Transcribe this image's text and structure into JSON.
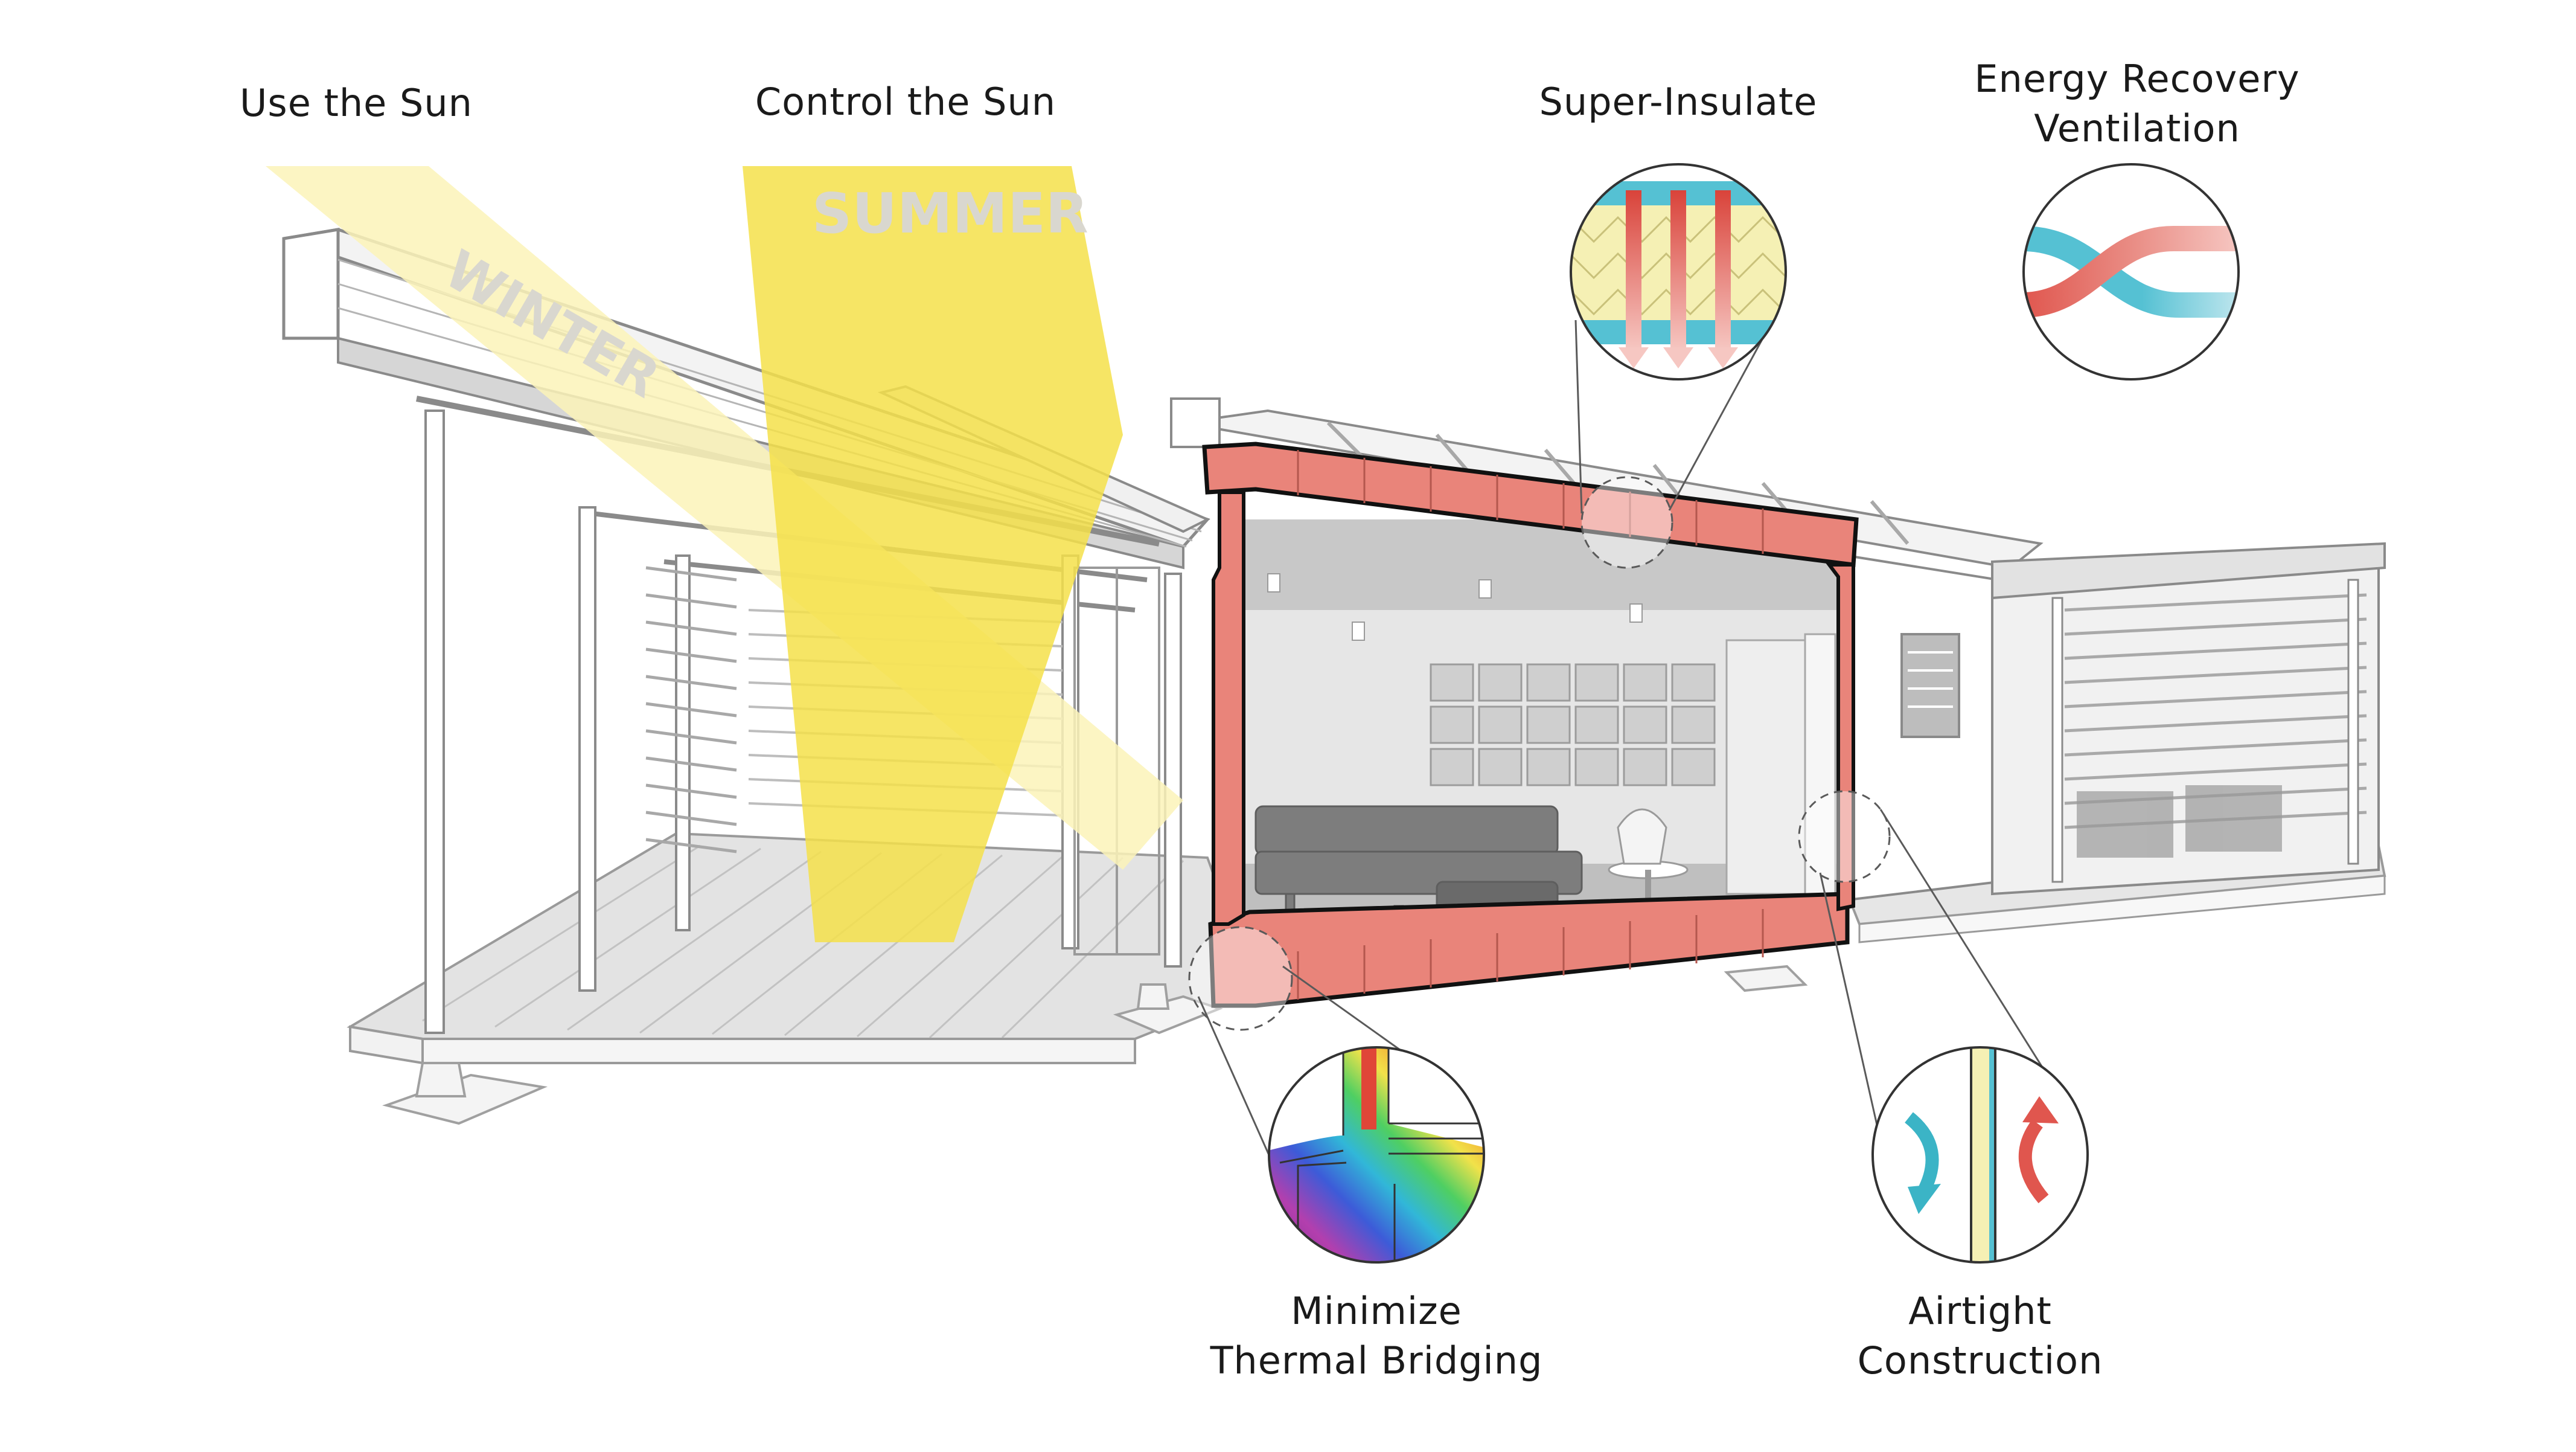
{
  "labels": {
    "use_the_sun": "Use the Sun",
    "control_the_sun": "Control the Sun",
    "super_insulate": "Super-Insulate",
    "energy_recovery_line1": "Energy Recovery",
    "energy_recovery_line2": "Ventilation",
    "minimize_line1": "Minimize",
    "minimize_line2": "Thermal Bridging",
    "airtight_line1": "Airtight",
    "airtight_line2": "Construction"
  },
  "sun_beams": {
    "winter": "WINTER",
    "summer": "SUMMER"
  },
  "colors": {
    "sun_yellow": "#f5e04a",
    "sun_pale": "#fbf3b8",
    "insulation_red": "#e9847a",
    "insulation_pink": "#f4b9b2",
    "vent_cyan": "#55c1d3",
    "vent_red": "#e0564e",
    "line_gray": "#8a8a8a"
  }
}
